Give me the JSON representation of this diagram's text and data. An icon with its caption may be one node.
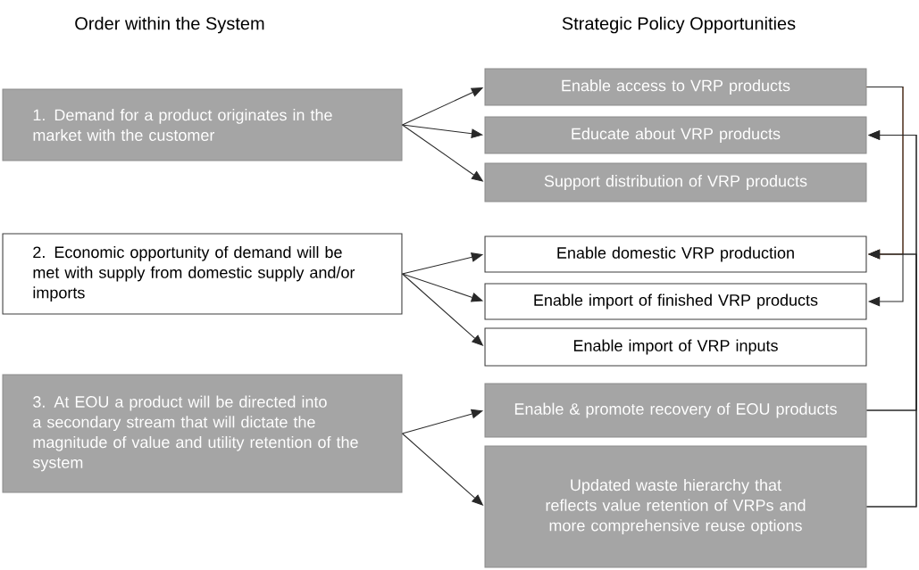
{
  "diagram": {
    "nodes": [
      {
        "text": [
          "1. Demand for a product originates in the market with the customer"
        ]
      },
      {
        "text": [
          "Enable access to VRP products"
        ]
      },
      {
        "text": [
          "Educate about VRP products"
        ]
      },
      {
        "text": [
          "Support distribution of VRP products"
        ]
      },
      {
        "text": [
          "2. Economic opportunity of demand will be met with supply from domestic supply and/or imports"
        ]
      },
      {
        "text": [
          "Enable domestic VRP production"
        ]
      },
      {
        "text": [
          "Enable import of finished VRP products"
        ]
      },
      {
        "text": [
          "Enable import of VRP inputs"
        ]
      },
      {
        "text": [
          "3. At EOU a product will be directed into a secondary stream that will dictate the magnitude of value and utility retention of the system"
        ]
      },
      {
        "text": [
          "Enable & promote recovery of EOU products"
        ]
      },
      {
        "text": [
          "Updated waste hierarchy that reflects value retention of VRPs and more comprehensive reuse options"
        ]
      }
    ],
    "edges": [
      {
        "from": 0,
        "to": 1,
        "arrow": "to"
      },
      {
        "from": 0,
        "to": 2,
        "arrow": "to"
      },
      {
        "from": 0,
        "to": 3,
        "arrow": "to"
      },
      {
        "from": 4,
        "to": 5,
        "arrow": "to"
      },
      {
        "from": 4,
        "to": 6,
        "arrow": "to"
      },
      {
        "from": 4,
        "to": 7,
        "arrow": "to"
      },
      {
        "from": 8,
        "to": 9,
        "arrow": "to"
      },
      {
        "from": 8,
        "to": 10,
        "arrow": "to"
      },
      {
        "from": 1,
        "to": 5,
        "arrow": "to",
        "color": "#b0541b"
      },
      {
        "from": 1,
        "to": 6,
        "arrow": "to"
      },
      {
        "from": 9,
        "to": 2,
        "arrow": "to"
      },
      {
        "from": 9,
        "to": 5,
        "arrow": "to"
      },
      {
        "from": 10,
        "to": 2,
        "arrow": "to"
      },
      {
        "from": 10,
        "to": 5,
        "arrow": "to"
      }
    ],
    "labels": [
      "Order within the System",
      "Strategic Policy Opportunities"
    ]
  }
}
